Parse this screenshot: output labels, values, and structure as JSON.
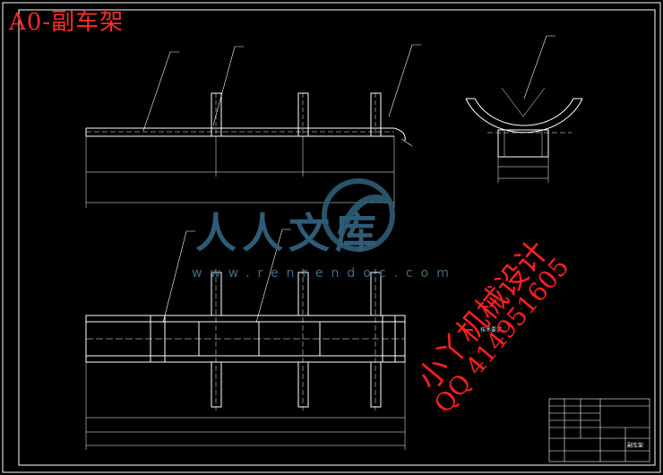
{
  "drawing": {
    "title": "A0-副车架",
    "watermark_brand": "人人文库",
    "watermark_domain": "www.renrendoc.com",
    "stamp_line1": "小丫机械设计",
    "stamp_line2": "QQ 414951605",
    "notes_title": "技术要求",
    "title_block_name": "副车架"
  },
  "colors": {
    "background": "#000000",
    "linework": "#ffffff",
    "title_red": "#ff2a2a",
    "watermark_blue": "#2e5c77"
  }
}
